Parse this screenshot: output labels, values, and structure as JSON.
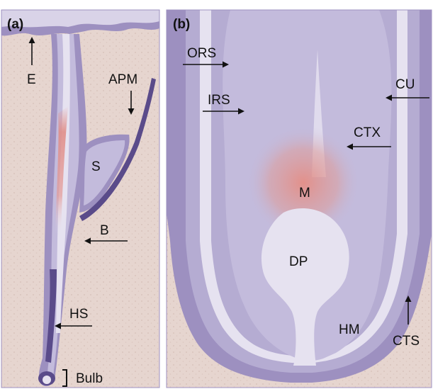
{
  "panels": [
    {
      "label": "(a)",
      "annotations": [
        "E",
        "APM",
        "S",
        "B",
        "HS",
        "Bulb"
      ]
    },
    {
      "label": "(b)",
      "annotations": [
        "ORS",
        "IRS",
        "CU",
        "CTX",
        "M",
        "DP",
        "HM",
        "CTS"
      ]
    }
  ],
  "colors": {
    "skin": "#e6d5cf",
    "sheath_dark": "#9d90c0",
    "sheath_light": "#c3bbdc",
    "pale": "#e6e2f0",
    "deep_purple": "#5a4b8a",
    "matrix_pink": "#e0958f"
  }
}
